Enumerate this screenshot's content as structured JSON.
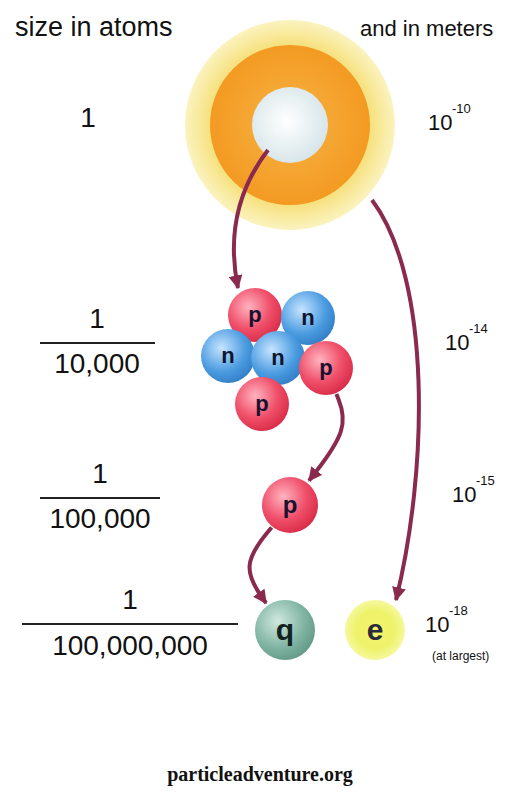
{
  "diagram": {
    "nodes": [
      {
        "text": [
          "p"
        ]
      },
      {
        "text": [
          "n"
        ]
      },
      {
        "text": [
          "n"
        ]
      },
      {
        "text": [
          "n"
        ]
      },
      {
        "text": [
          "p"
        ]
      },
      {
        "text": [
          "p"
        ]
      },
      {
        "text": [
          "p"
        ]
      },
      {
        "text": [
          "q"
        ]
      },
      {
        "text": [
          "e"
        ]
      }
    ],
    "edges": [
      {
        "from": 4,
        "to": 6,
        "arrow": "to"
      },
      {
        "from": 6,
        "to": 7,
        "arrow": "to"
      }
    ],
    "labels": [
      "size in atoms",
      "and in meters",
      "1",
      "10",
      "-10",
      "1",
      "10,000",
      "10",
      "-14",
      "1",
      "100,000",
      "10",
      "-15",
      "1",
      "100,000,000",
      "10",
      "-18",
      "(at largest)",
      "particleadventure.org"
    ]
  }
}
